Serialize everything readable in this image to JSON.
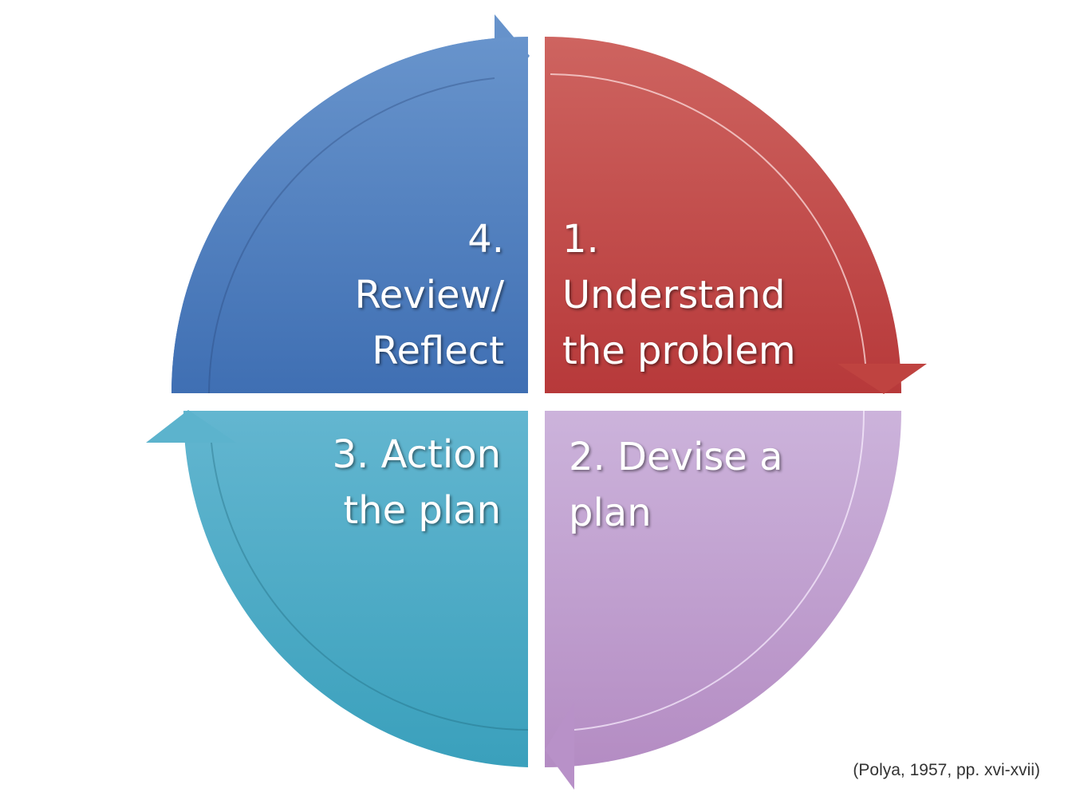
{
  "cycle": {
    "steps": [
      {
        "lines": [
          "1.",
          "Understand",
          "the problem"
        ],
        "color": "#C0504D"
      },
      {
        "lines": [
          "2. Devise a",
          "plan"
        ],
        "color": "#C4A0D0"
      },
      {
        "lines": [
          "3. Action",
          "the plan"
        ],
        "color": "#4BACC6"
      },
      {
        "lines": [
          "4.",
          "Review/",
          "Reflect"
        ],
        "color": "#4F81BD"
      }
    ]
  },
  "citation": "(Polya, 1957, pp. xvi-xvii)"
}
